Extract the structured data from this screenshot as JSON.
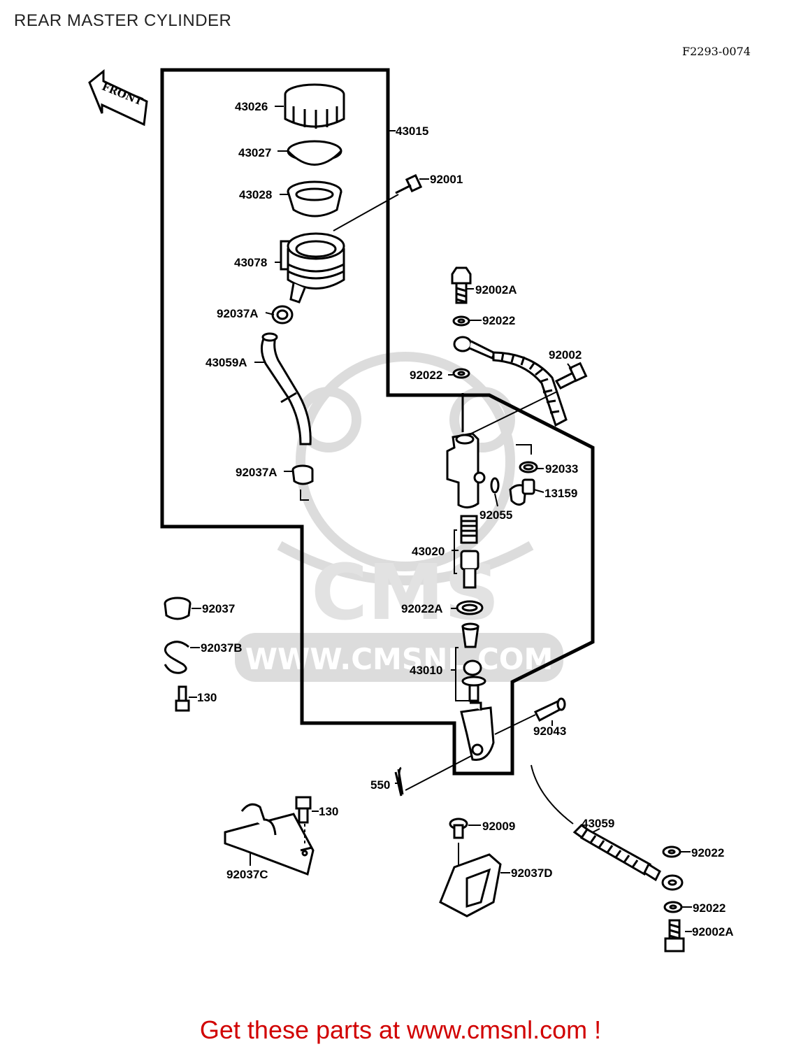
{
  "header": {
    "title": "REAR MASTER CYLINDER",
    "diagram_code": "F2293-0074"
  },
  "front_arrow": {
    "label": "FRONT",
    "icon": "front-arrow-icon"
  },
  "watermark": {
    "logo_text": "CMS",
    "url_text": "WWW.CMSNL.COM",
    "color": "#d9d9d9"
  },
  "parts": [
    {
      "id": "p43026",
      "number": "43026"
    },
    {
      "id": "p43015",
      "number": "43015"
    },
    {
      "id": "p43027",
      "number": "43027"
    },
    {
      "id": "p43028",
      "number": "43028"
    },
    {
      "id": "p92001",
      "number": "92001"
    },
    {
      "id": "p43078",
      "number": "43078"
    },
    {
      "id": "p92002A_top",
      "number": "92002A"
    },
    {
      "id": "p92037A_top",
      "number": "92037A"
    },
    {
      "id": "p92022_a",
      "number": "92022"
    },
    {
      "id": "p43059A",
      "number": "43059A"
    },
    {
      "id": "p92002",
      "number": "92002"
    },
    {
      "id": "p92022_b",
      "number": "92022"
    },
    {
      "id": "p92033",
      "number": "92033"
    },
    {
      "id": "p92037A_bot",
      "number": "92037A"
    },
    {
      "id": "p13159",
      "number": "13159"
    },
    {
      "id": "p92055",
      "number": "92055"
    },
    {
      "id": "p43020",
      "number": "43020"
    },
    {
      "id": "p92037",
      "number": "92037"
    },
    {
      "id": "p92022A",
      "number": "92022A"
    },
    {
      "id": "p92037B",
      "number": "92037B"
    },
    {
      "id": "p43010",
      "number": "43010"
    },
    {
      "id": "p130_a",
      "number": "130"
    },
    {
      "id": "p92043",
      "number": "92043"
    },
    {
      "id": "p550",
      "number": "550"
    },
    {
      "id": "p130_b",
      "number": "130"
    },
    {
      "id": "p92009",
      "number": "92009"
    },
    {
      "id": "p43059",
      "number": "43059"
    },
    {
      "id": "p92037C",
      "number": "92037C"
    },
    {
      "id": "p92022_c",
      "number": "92022"
    },
    {
      "id": "p92037D",
      "number": "92037D"
    },
    {
      "id": "p92022_d",
      "number": "92022"
    },
    {
      "id": "p92002A_bot",
      "number": "92002A"
    }
  ],
  "footer": {
    "text": "Get these parts at www.cmsnl.com !",
    "color": "#d10000"
  }
}
